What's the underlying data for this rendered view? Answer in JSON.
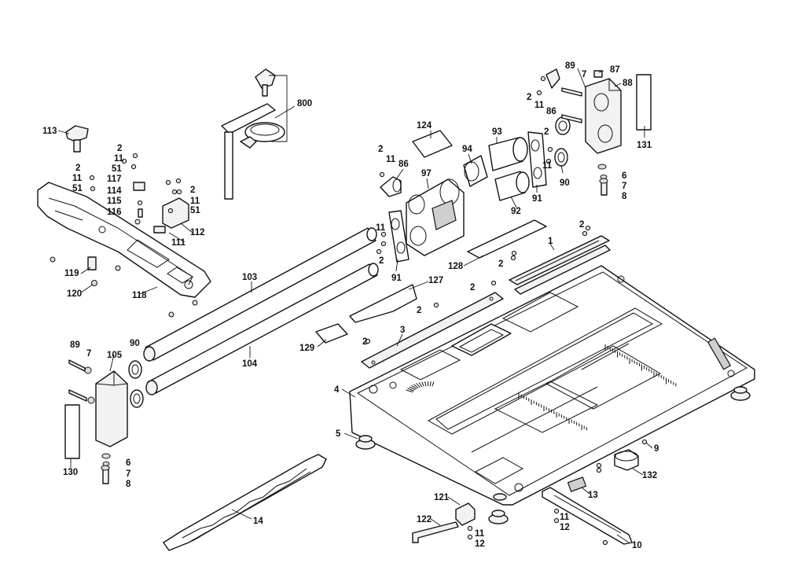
{
  "diagram": {
    "colors": {
      "line": "#111111",
      "fill": "#f2f2f2",
      "background": "#ffffff"
    },
    "callouts": [
      {
        "id": "c113",
        "text": "113"
      },
      {
        "id": "c800",
        "text": "800"
      },
      {
        "id": "c124",
        "text": "124"
      },
      {
        "id": "c93",
        "text": "93"
      },
      {
        "id": "c94",
        "text": "94"
      },
      {
        "id": "c97",
        "text": "97"
      },
      {
        "id": "c86a",
        "text": "86"
      },
      {
        "id": "c2a",
        "text": "2"
      },
      {
        "id": "c11a",
        "text": "11"
      },
      {
        "id": "c89a",
        "text": "89"
      },
      {
        "id": "c7a",
        "text": "7"
      },
      {
        "id": "c87",
        "text": "87"
      },
      {
        "id": "c88",
        "text": "88"
      },
      {
        "id": "c2b",
        "text": "2"
      },
      {
        "id": "c11b",
        "text": "11"
      },
      {
        "id": "c86b",
        "text": "86"
      },
      {
        "id": "c131",
        "text": "131"
      },
      {
        "id": "c2c",
        "text": "2"
      },
      {
        "id": "c11c",
        "text": "11"
      },
      {
        "id": "c90a",
        "text": "90"
      },
      {
        "id": "c6a",
        "text": "6"
      },
      {
        "id": "c7b",
        "text": "7"
      },
      {
        "id": "c8a",
        "text": "8"
      },
      {
        "id": "c92",
        "text": "92"
      },
      {
        "id": "c91a",
        "text": "91"
      },
      {
        "id": "c2d",
        "text": "2"
      },
      {
        "id": "c11d",
        "text": "11"
      },
      {
        "id": "c51a",
        "text": "51"
      },
      {
        "id": "c117",
        "text": "117"
      },
      {
        "id": "c114",
        "text": "114"
      },
      {
        "id": "c115",
        "text": "115"
      },
      {
        "id": "c116",
        "text": "116"
      },
      {
        "id": "c2e",
        "text": "2"
      },
      {
        "id": "c11e",
        "text": "11"
      },
      {
        "id": "c51b",
        "text": "51"
      },
      {
        "id": "c2f",
        "text": "2"
      },
      {
        "id": "c11f",
        "text": "11"
      },
      {
        "id": "c51c",
        "text": "51"
      },
      {
        "id": "c112",
        "text": "112"
      },
      {
        "id": "c111",
        "text": "111"
      },
      {
        "id": "c119",
        "text": "119"
      },
      {
        "id": "c120",
        "text": "120"
      },
      {
        "id": "c118",
        "text": "118"
      },
      {
        "id": "c103",
        "text": "103"
      },
      {
        "id": "c11g",
        "text": "11"
      },
      {
        "id": "c2g",
        "text": "2"
      },
      {
        "id": "c91b",
        "text": "91"
      },
      {
        "id": "c2h",
        "text": "2"
      },
      {
        "id": "c1",
        "text": "1"
      },
      {
        "id": "c128",
        "text": "128"
      },
      {
        "id": "c2i",
        "text": "2"
      },
      {
        "id": "c127",
        "text": "127"
      },
      {
        "id": "c2j",
        "text": "2"
      },
      {
        "id": "c2k",
        "text": "2"
      },
      {
        "id": "c3",
        "text": "3"
      },
      {
        "id": "c2l",
        "text": "2"
      },
      {
        "id": "c129",
        "text": "129"
      },
      {
        "id": "c104",
        "text": "104"
      },
      {
        "id": "c89b",
        "text": "89"
      },
      {
        "id": "c7c",
        "text": "7"
      },
      {
        "id": "c105",
        "text": "105"
      },
      {
        "id": "c90b",
        "text": "90"
      },
      {
        "id": "c4",
        "text": "4"
      },
      {
        "id": "c5",
        "text": "5"
      },
      {
        "id": "c9",
        "text": "9"
      },
      {
        "id": "c132",
        "text": "132"
      },
      {
        "id": "c130",
        "text": "130"
      },
      {
        "id": "c6b",
        "text": "6"
      },
      {
        "id": "c7d",
        "text": "7"
      },
      {
        "id": "c8b",
        "text": "8"
      },
      {
        "id": "c14",
        "text": "14"
      },
      {
        "id": "c121",
        "text": "121"
      },
      {
        "id": "c13",
        "text": "13"
      },
      {
        "id": "c122",
        "text": "122"
      },
      {
        "id": "c11h",
        "text": "11"
      },
      {
        "id": "c12a",
        "text": "12"
      },
      {
        "id": "c11i",
        "text": "11"
      },
      {
        "id": "c12b",
        "text": "12"
      },
      {
        "id": "c10",
        "text": "10"
      }
    ]
  }
}
